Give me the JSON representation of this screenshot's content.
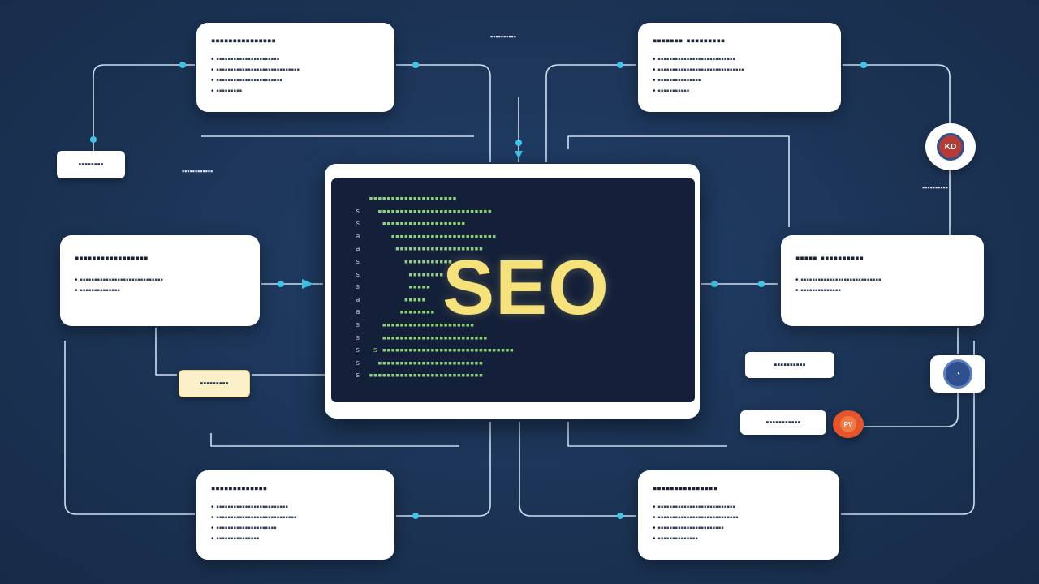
{
  "top_caption": "▪▪▪▪▪▪▪▪▪▪",
  "center": {
    "heading": "SEO",
    "code_lines": [
      {
        "gutter": "",
        "text": "▪▪▪▪▪▪▪▪▪▪▪▪▪▪▪▪▪▪▪▪"
      },
      {
        "gutter": "s",
        "text": "  ▪▪▪▪▪▪▪▪▪▪▪▪▪▪▪▪▪▪▪▪▪▪▪▪▪▪"
      },
      {
        "gutter": "s",
        "text": "   ▪▪▪▪▪▪▪▪▪▪▪▪▪▪▪▪▪▪▪"
      },
      {
        "gutter": "a",
        "text": "     ▪▪▪▪▪▪▪▪▪▪▪▪▪▪▪▪▪▪▪▪▪▪▪▪"
      },
      {
        "gutter": "a",
        "text": "      ▪▪▪▪▪▪▪▪▪▪▪▪▪▪▪▪▪▪▪▪"
      },
      {
        "gutter": "s",
        "text": "        ▪▪▪▪▪▪▪▪▪▪▪"
      },
      {
        "gutter": "s",
        "text": "         ▪▪▪▪▪▪▪▪"
      },
      {
        "gutter": "s",
        "text": "         ▪▪▪▪▪"
      },
      {
        "gutter": "a",
        "text": "        ▪▪▪▪▪"
      },
      {
        "gutter": "a",
        "text": "       ▪▪▪▪▪▪▪▪"
      },
      {
        "gutter": "s",
        "text": "   ▪▪▪▪▪▪▪▪▪▪▪▪▪▪▪▪▪▪▪▪▪"
      },
      {
        "gutter": "s",
        "text": "   ▪▪▪▪▪▪▪▪▪▪▪▪▪▪▪▪▪▪▪▪▪▪▪▪"
      },
      {
        "gutter": "s",
        "text": " s ▪▪▪▪▪▪▪▪▪▪▪▪▪▪▪▪▪▪▪▪▪▪▪▪▪▪▪▪▪▪"
      },
      {
        "gutter": "s",
        "text": "  ▪▪▪▪▪▪▪▪▪▪▪▪▪▪▪▪▪▪▪▪▪▪▪▪"
      },
      {
        "gutter": "s",
        "text": "▪▪▪▪▪▪▪▪▪▪▪▪▪▪▪▪▪▪▪▪▪▪▪▪▪▪"
      }
    ]
  },
  "cards": {
    "top_left": {
      "title": "▪▪▪▪▪▪▪▪▪▪▪▪▪▪▪",
      "lines": [
        "▪▪▪▪▪▪▪▪▪▪▪▪▪▪▪▪▪▪▪▪▪▪",
        "▪▪▪▪▪▪▪▪▪▪▪▪▪▪▪▪▪▪▪▪▪▪▪▪▪▪▪▪▪",
        "▪▪▪▪▪▪▪▪▪▪▪▪▪▪▪▪▪▪▪▪▪▪▪",
        "▪▪▪▪▪▪▪▪▪"
      ]
    },
    "top_right": {
      "title": "▪▪▪▪▪▪▪ ▪▪▪▪▪▪▪▪▪",
      "lines": [
        "▪▪▪▪▪▪▪▪▪▪▪▪▪▪▪▪▪▪▪▪▪▪▪▪▪▪▪",
        "▪▪▪▪▪▪▪▪▪▪▪▪▪▪▪▪▪▪▪▪▪▪▪▪▪▪▪▪▪▪",
        "▪▪▪▪▪▪▪▪▪▪▪▪▪▪▪",
        "▪▪▪▪▪▪▪▪▪▪▪"
      ]
    },
    "mid_left": {
      "title": "▪▪▪▪▪▪▪▪▪▪▪▪▪▪▪▪▪",
      "lines": [
        "▪▪▪▪▪▪▪▪▪▪▪▪▪▪▪▪▪▪▪▪▪▪▪▪▪▪▪▪▪",
        "▪▪▪▪▪▪▪▪▪▪▪▪▪▪"
      ]
    },
    "mid_right": {
      "title": "▪▪▪▪▪ ▪▪▪▪▪▪▪▪▪▪",
      "lines": [
        "▪▪▪▪▪▪▪▪▪▪▪▪▪▪▪▪▪▪▪▪▪▪▪▪▪▪▪▪",
        "▪▪▪▪▪▪▪▪▪▪▪▪▪▪"
      ]
    },
    "bottom_left": {
      "title": "▪▪▪▪▪▪▪▪▪▪▪▪▪",
      "lines": [
        "▪▪▪▪▪▪▪▪▪▪▪▪▪▪▪▪▪▪▪▪▪▪▪▪▪",
        "▪▪▪▪▪▪▪▪▪▪▪▪▪▪▪▪▪▪▪▪▪▪▪▪▪▪▪▪",
        "▪▪▪▪▪▪▪▪▪▪▪▪▪▪▪▪▪▪▪▪▪",
        "▪▪▪▪▪▪▪▪▪▪▪▪▪▪▪"
      ]
    },
    "bottom_right": {
      "title": "▪▪▪▪▪▪▪▪▪▪▪▪▪▪▪",
      "lines": [
        "▪▪▪▪▪▪▪▪▪▪▪▪▪▪▪▪▪▪▪▪▪▪▪▪▪▪▪",
        "▪▪▪▪▪▪▪▪▪▪▪▪▪▪▪▪▪▪▪▪▪▪▪▪▪▪▪▪",
        "▪▪▪▪▪▪▪▪▪▪▪▪▪▪▪▪▪▪▪▪▪▪▪",
        "▪▪▪▪▪▪▪▪▪▪▪▪▪▪"
      ]
    }
  },
  "tags": {
    "left_small": "▪▪▪▪▪▪▪▪",
    "left_float": "▪▪▪▪▪▪▪▪▪▪▪▪",
    "left_cream": "▪▪▪▪▪▪▪▪▪",
    "right_a": "▪▪▪▪▪▪▪▪▪▪",
    "right_b": "▪▪▪▪▪▪▪▪▪▪▪",
    "right_badge_caption": "▪▪▪▪▪▪▪▪▪▪"
  },
  "badges": {
    "badge_1": "KD",
    "badge_2": "◔",
    "badge_3": "PV"
  },
  "colors": {
    "background": "#1b3253",
    "accent_cyan": "#3fc5e8",
    "seo_yellow": "#f6e27a",
    "code_green": "#8fd17b",
    "badge_red": "#b63a36",
    "badge_blue": "#2f4f8f",
    "badge_orange": "#e8542a"
  },
  "icons": [
    "wire-connector-dot",
    "arrow-right-icon",
    "arrow-down-icon",
    "kd-badge-icon",
    "analytics-badge-icon",
    "pv-badge-icon"
  ]
}
